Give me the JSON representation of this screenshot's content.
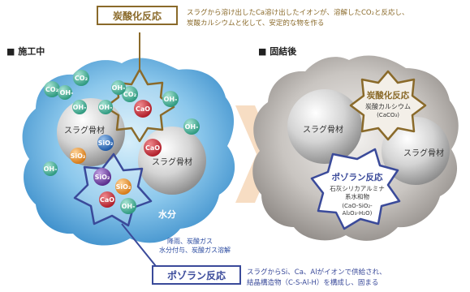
{
  "top_callout": {
    "label": "炭酸化反応",
    "text_line1": "スラグから溶け出したCa溶け出したイオンが、溶解したCO₂と反応し、",
    "text_line2": "炭酸カルシウムと化して、安定的な物を作る"
  },
  "left_panel": {
    "title": "■ 施工中",
    "left_aggregate": "スラグ骨材",
    "right_aggregate": "スラグ骨材",
    "water_label": "水分",
    "note_line1": "降雨、炭酸ガス",
    "note_line2": "水分付与、炭酸ガス溶解",
    "particles": {
      "co2": "CO₂",
      "oh": "OH-",
      "cao": "CaO",
      "sio2": "SiO₂"
    }
  },
  "right_panel": {
    "title": "■ 固結後",
    "left_aggregate": "スラグ骨材",
    "right_aggregate": "スラグ骨材",
    "carbonation": {
      "label": "炭酸化反応",
      "line1": "炭酸カルシウム",
      "line2": "(CaCO₃)"
    },
    "pozzolan": {
      "label": "ポゾラン反応",
      "line1": "石灰シリカアルミナ",
      "line2": "系水和物",
      "line3": "(CaO-SiO₂-",
      "line4": "Al₂O₃-H₂O)"
    }
  },
  "bottom_callout": {
    "label": "ポゾラン反応",
    "text_line1": "スラグからSi、Ca、Alがイオンで供給され、",
    "text_line2": "結晶構造物（C-S-Al-H）を構成し、固まる"
  },
  "colors": {
    "brown": "#8a6a2a",
    "navy": "#3a4a9a",
    "water_blue": "#4fa6da",
    "green": "#56b6a0",
    "red": "#c8343e",
    "orange": "#e89a3a",
    "purple": "#7a4aa8",
    "blue_particle": "#3a78c2"
  }
}
